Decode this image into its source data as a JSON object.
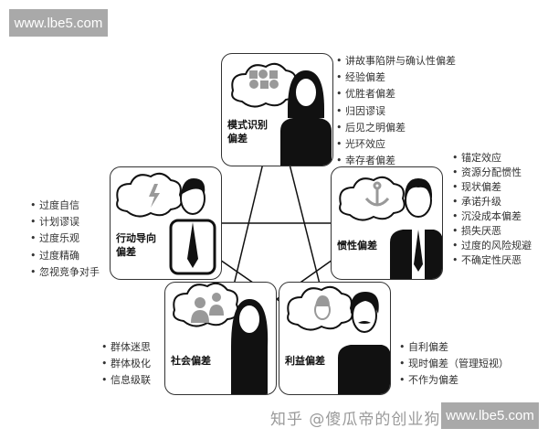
{
  "watermarks": {
    "top": "www.lbe5.com",
    "bottom": "www.lbe5.com",
    "zhihu": "知乎 @傻瓜帝的创业狗"
  },
  "boxes": [
    {
      "label": "模式识别\n偏差",
      "l1": "模式识别",
      "l2": "偏差",
      "icon": "shapes-icon",
      "items": [
        "讲故事陷阱与确认性偏差",
        "经验偏差",
        "优胜者偏差",
        "归因谬误",
        "后见之明偏差",
        "光环效应",
        "幸存者偏差"
      ]
    },
    {
      "l1": "行动导向",
      "l2": "偏差",
      "icon": "lightning-icon",
      "items": [
        "过度自信",
        "计划谬误",
        "过度乐观",
        "过度精确",
        "忽视竞争对手"
      ]
    },
    {
      "l1": "惯性偏差",
      "l2": "",
      "icon": "anchor-icon",
      "items": [
        "锚定效应",
        "资源分配惯性",
        "现状偏差",
        "承诺升级",
        "沉没成本偏差",
        "损失厌恶",
        "过度的风险规避",
        "不确定性厌恶"
      ]
    },
    {
      "l1": "社会偏差",
      "l2": "",
      "icon": "people-icon",
      "items": [
        "群体迷思",
        "群体极化",
        "信息级联"
      ]
    },
    {
      "l1": "利益偏差",
      "l2": "",
      "icon": "face-icon",
      "items": [
        "自利偏差",
        "现时偏差（管理短视）",
        "不作为偏差"
      ]
    }
  ]
}
